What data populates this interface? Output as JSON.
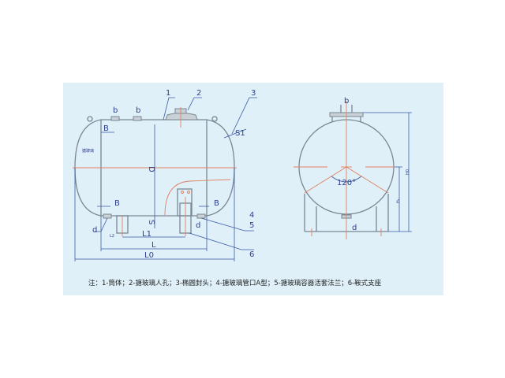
{
  "side_view": {
    "callouts": [
      "1",
      "2",
      "3",
      "4",
      "5",
      "6"
    ],
    "dims": {
      "b1": "b",
      "b2": "b",
      "B_top": "B",
      "S1": "S1",
      "D": "D",
      "S": "S",
      "B_left": "B",
      "B_right": "B",
      "d_left": "d",
      "d_right": "d",
      "L2": "L2",
      "L1": "L1",
      "L": "L",
      "L0": "L0"
    },
    "weld_label": "搪玻璃"
  },
  "end_view": {
    "dims": {
      "b": "b",
      "angle": "120°",
      "H0": "H0",
      "H1": "H₁",
      "d": "d"
    }
  },
  "note": "注：1-筒体；2-搪玻璃人孔；3-椭圆封头；4-搪玻璃管口A型；5-搪玻璃容器活套法兰；6-鞍式支座",
  "colors": {
    "background": "#dff0f9",
    "outline": "#7a8793",
    "centerline": "#e0805f",
    "dimension": "#3b5aa6"
  }
}
